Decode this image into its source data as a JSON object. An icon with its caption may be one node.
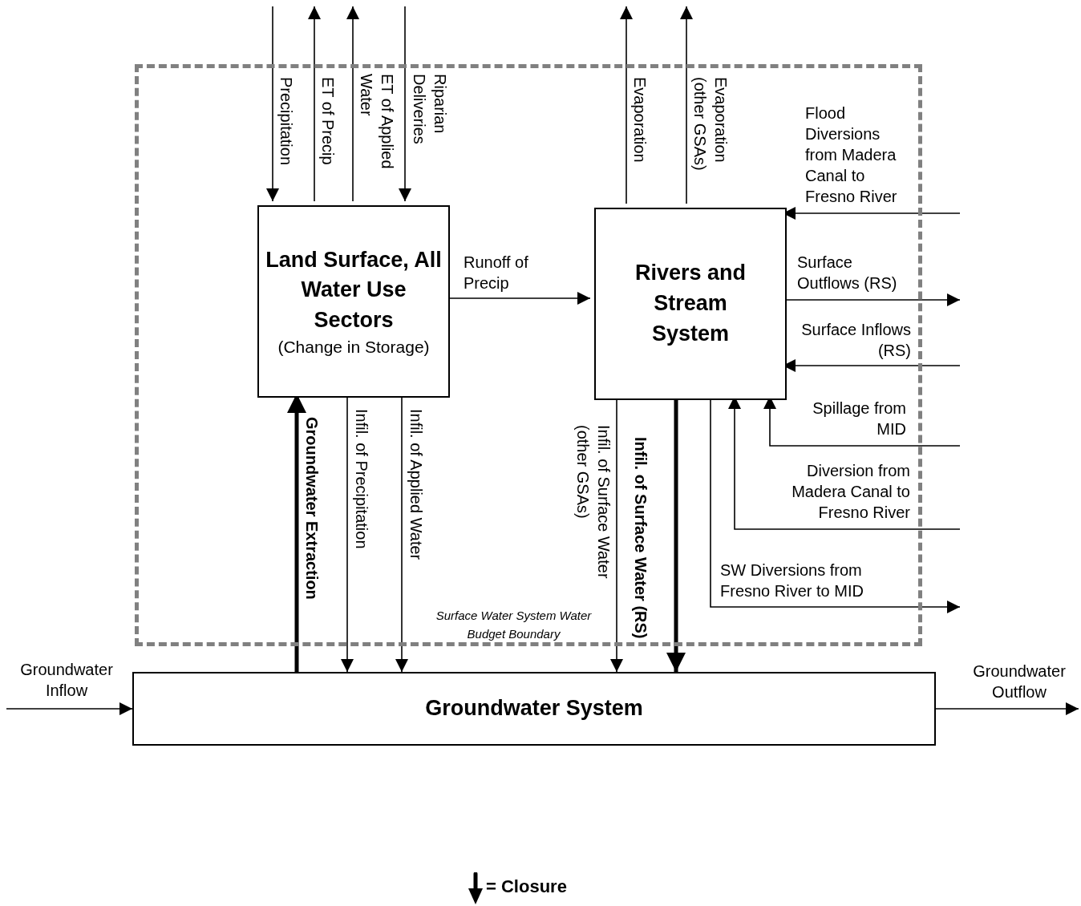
{
  "diagram": {
    "nodes": [
      {
        "text": [
          "Surface Water System Water Budget Boundary"
        ]
      },
      {
        "text": [
          "Land Surface, All Water Use Sectors",
          "(Change in Storage)"
        ],
        "in": 0
      },
      {
        "text": [
          "Rivers and Stream System"
        ],
        "in": 0
      },
      {
        "text": [
          "Groundwater System"
        ]
      }
    ],
    "edges": [
      {
        "from": null,
        "to": 1,
        "arrow": "to",
        "label": "Precipitation"
      },
      {
        "from": 1,
        "to": null,
        "arrow": "to",
        "label": "ET of Precip"
      },
      {
        "from": 1,
        "to": null,
        "arrow": "to",
        "label": "ET of Applied Water"
      },
      {
        "from": null,
        "to": 1,
        "arrow": "to",
        "label": "Riparian Deliveries"
      },
      {
        "from": 2,
        "to": null,
        "arrow": "to",
        "label": "Evaporation"
      },
      {
        "from": 2,
        "to": null,
        "arrow": "to",
        "label": "Evaporation (other GSAs)"
      },
      {
        "from": null,
        "to": 2,
        "arrow": "to",
        "label": "Flood Diversions from Madera Canal to Fresno River"
      },
      {
        "from": 1,
        "to": 2,
        "arrow": "to",
        "label": "Runoff of Precip"
      },
      {
        "from": 2,
        "to": null,
        "arrow": "to",
        "label": "Surface Outflows (RS)"
      },
      {
        "from": null,
        "to": 2,
        "arrow": "to",
        "label": "Surface Inflows (RS)"
      },
      {
        "from": null,
        "to": 2,
        "arrow": "to",
        "label": "Spillage from MID"
      },
      {
        "from": null,
        "to": 2,
        "arrow": "to",
        "label": "Diversion from Madera Canal to Fresno River"
      },
      {
        "from": 2,
        "to": null,
        "arrow": "to",
        "label": "SW Diversions from Fresno River to MID"
      },
      {
        "from": 3,
        "to": 1,
        "arrow": "to",
        "label": "Groundwater Extraction",
        "style": "thick"
      },
      {
        "from": 1,
        "to": 3,
        "arrow": "to",
        "label": "Infil. of Precipitation"
      },
      {
        "from": 1,
        "to": 3,
        "arrow": "to",
        "label": "Infil. of Applied Water"
      },
      {
        "from": 2,
        "to": 3,
        "arrow": "to",
        "label": "Infil. of Surface Water (other GSAs)"
      },
      {
        "from": 2,
        "to": 3,
        "arrow": "to",
        "label": "Infil. of Surface Water (RS)",
        "style": "thick"
      },
      {
        "from": null,
        "to": 3,
        "arrow": "to",
        "label": "Groundwater Inflow"
      },
      {
        "from": 3,
        "to": null,
        "arrow": "to",
        "label": "Groundwater Outflow"
      }
    ],
    "legend": [
      {
        "text": "= Closure"
      }
    ]
  }
}
